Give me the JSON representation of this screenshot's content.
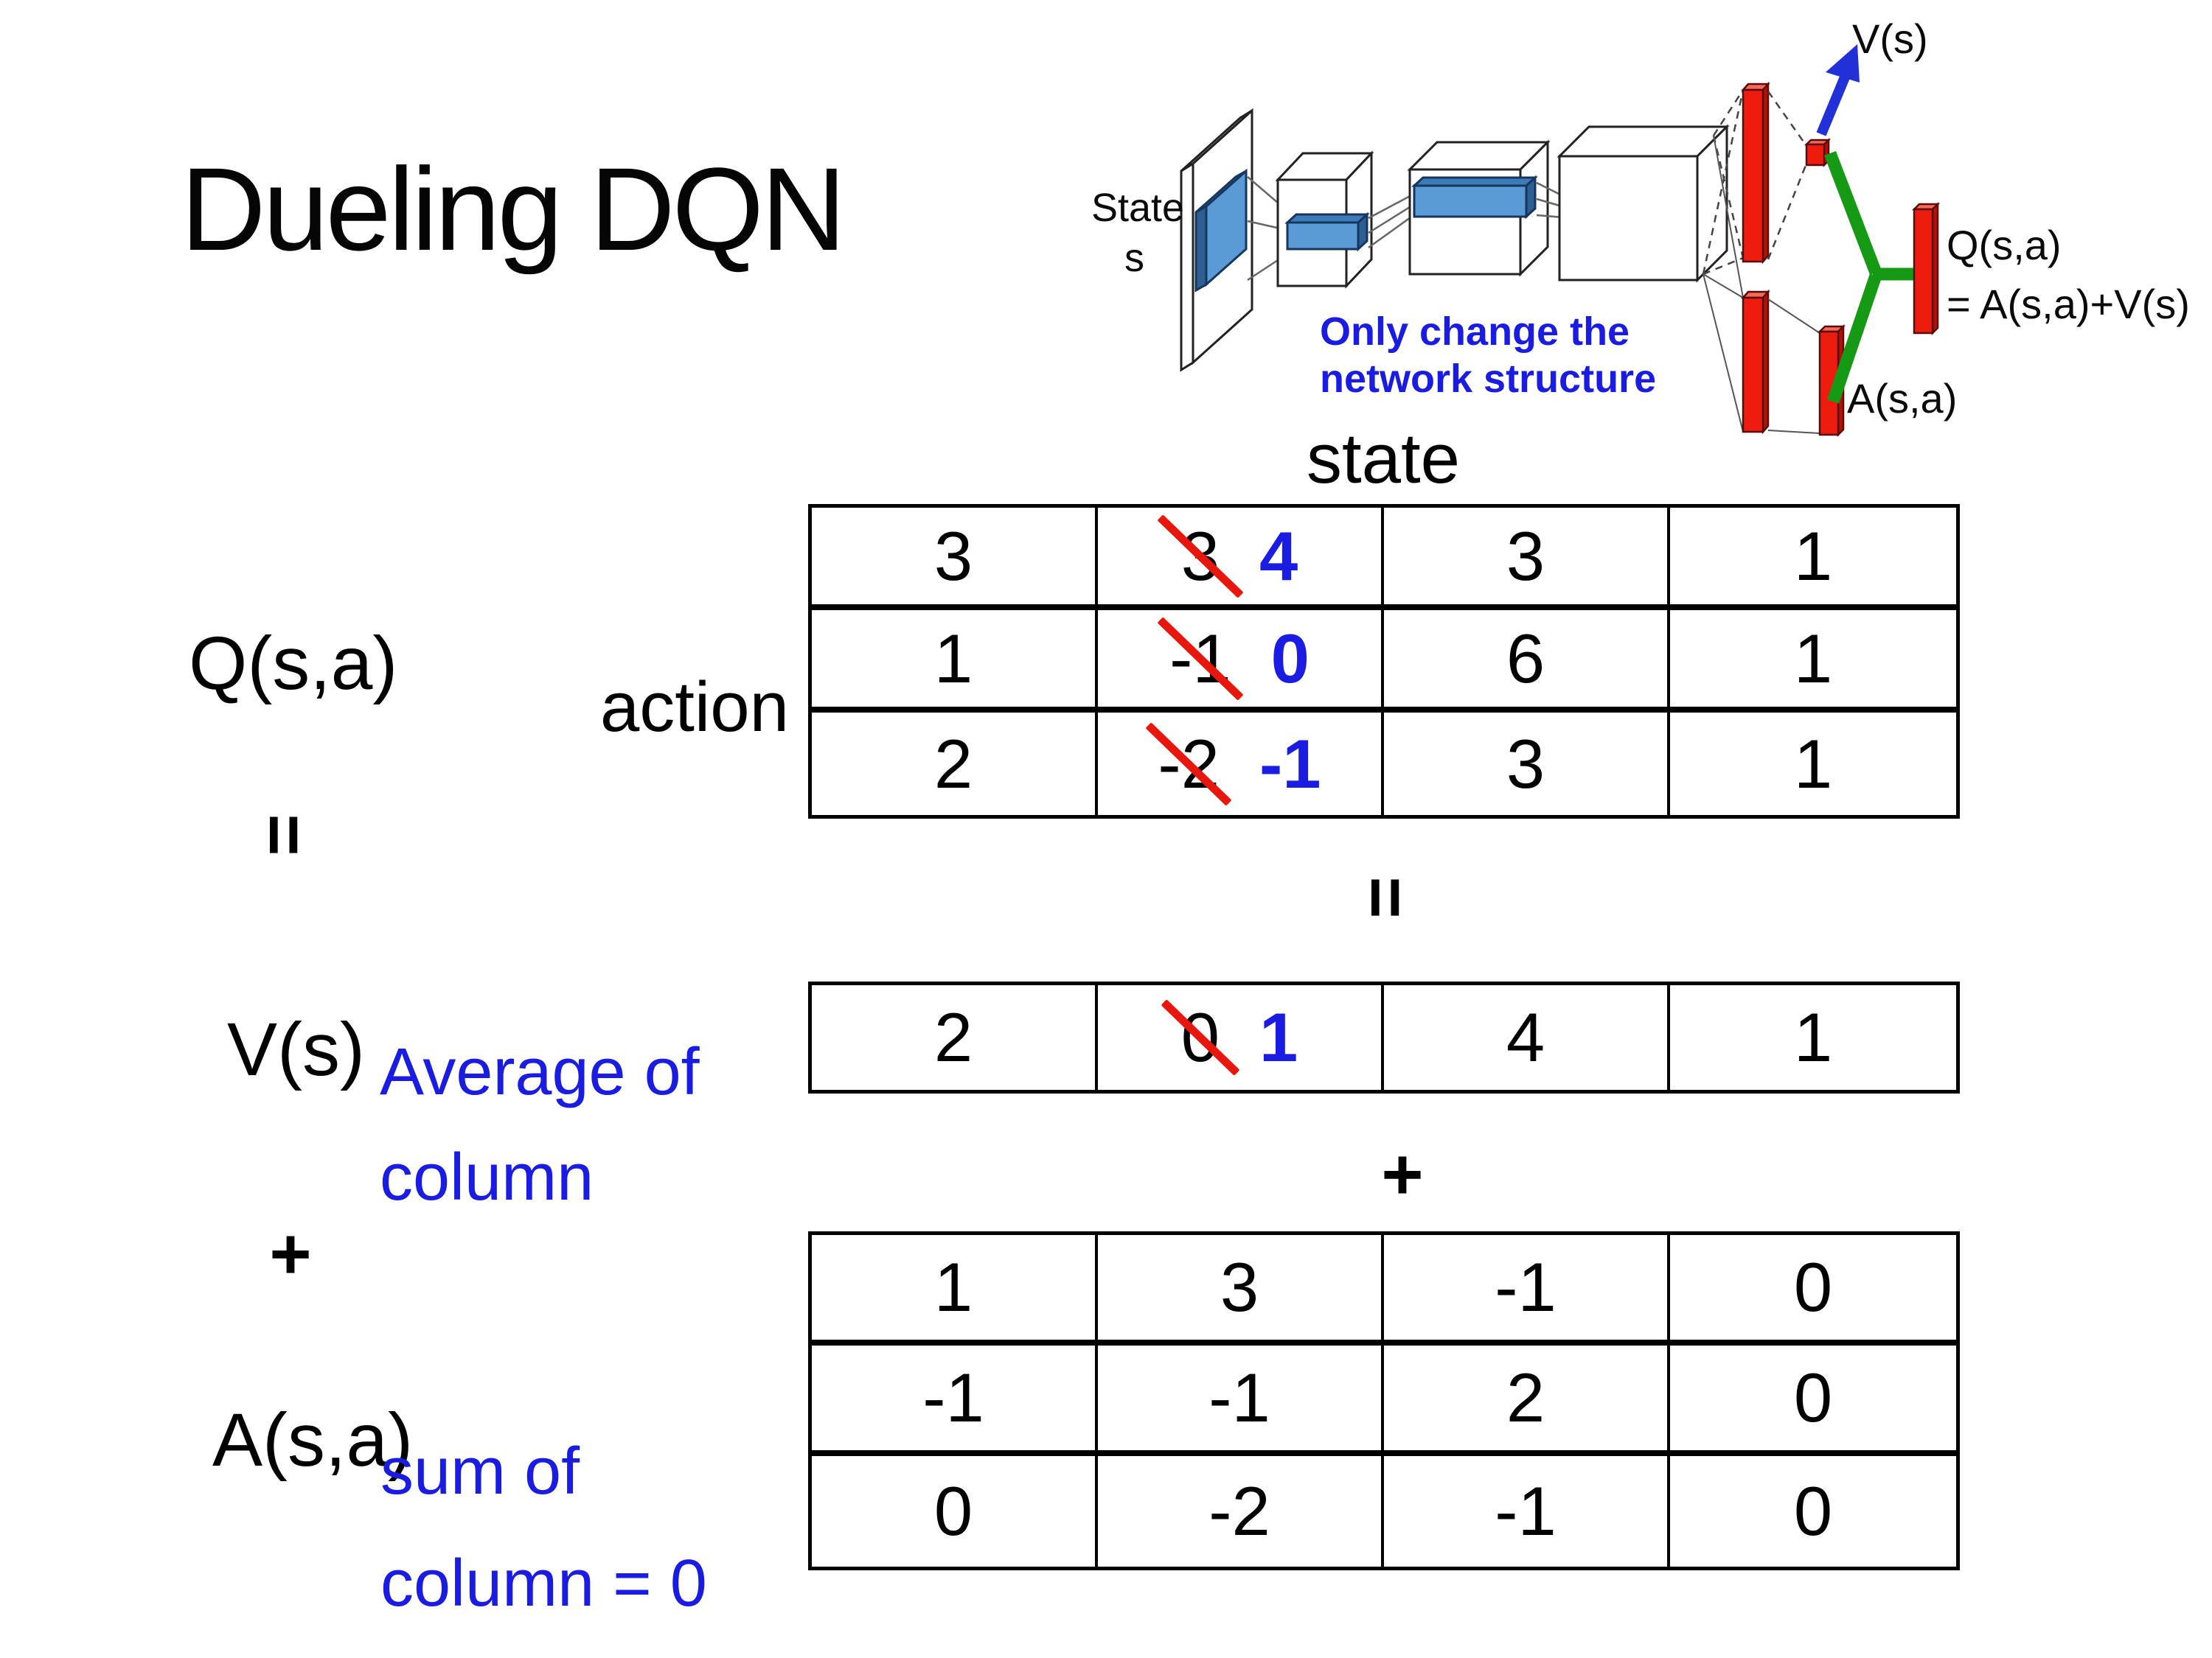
{
  "title": "Dueling DQN",
  "colors": {
    "accent_blue": "#1b1ce2",
    "strike_red": "#e8170d",
    "bar_red": "#ee1c0f",
    "connector_green": "#169a16",
    "conv_blue": "#5b9bd5"
  },
  "diagram": {
    "state_label": "State",
    "state_sub": "s",
    "v_out_label": "V(s)",
    "a_out_label": "A(s,a)",
    "q_out_line1": "Q(s,a)",
    "q_out_line2": "= A(s,a)+V(s)",
    "note_line1": "Only change the",
    "note_line2": "network structure"
  },
  "equation": {
    "q_label": "Q(s,a)",
    "v_label": "V(s)",
    "a_label": "A(s,a)",
    "equals": "=",
    "plus": "+",
    "state_header": "state",
    "action_header": "action",
    "avg_note_line1": "Average of",
    "avg_note_line2": "column",
    "sum_note_line1": "sum of",
    "sum_note_line2": "column = 0"
  },
  "q_table": {
    "rows": [
      [
        {
          "v": "3"
        },
        {
          "old": "3",
          "new": "4"
        },
        {
          "v": "3"
        },
        {
          "v": "1"
        }
      ],
      [
        {
          "v": "1"
        },
        {
          "old": "-1",
          "new": "0"
        },
        {
          "v": "6"
        },
        {
          "v": "1"
        }
      ],
      [
        {
          "v": "2"
        },
        {
          "old": "-2",
          "new": "-1"
        },
        {
          "v": "3"
        },
        {
          "v": "1"
        }
      ]
    ]
  },
  "v_table": {
    "rows": [
      [
        {
          "v": "2"
        },
        {
          "old": "0",
          "new": "1"
        },
        {
          "v": "4"
        },
        {
          "v": "1"
        }
      ]
    ]
  },
  "a_table": {
    "rows": [
      [
        {
          "v": "1"
        },
        {
          "v": "3"
        },
        {
          "v": "-1"
        },
        {
          "v": "0"
        }
      ],
      [
        {
          "v": "-1"
        },
        {
          "v": "-1"
        },
        {
          "v": "2"
        },
        {
          "v": "0"
        }
      ],
      [
        {
          "v": "0"
        },
        {
          "v": "-2"
        },
        {
          "v": "-1"
        },
        {
          "v": "0"
        }
      ]
    ]
  }
}
